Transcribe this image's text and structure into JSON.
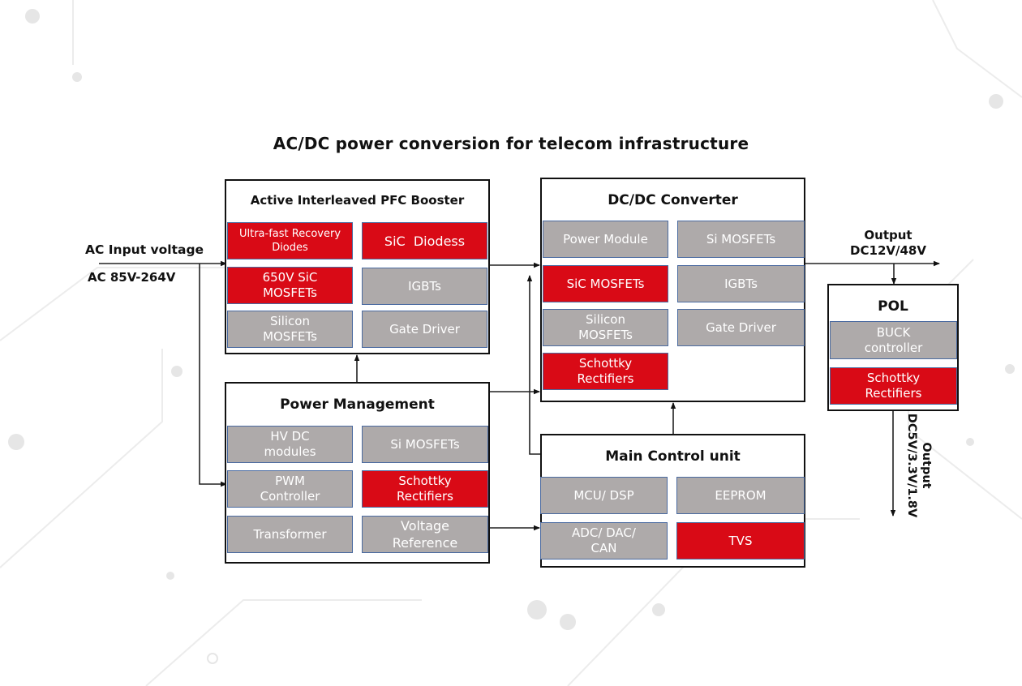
{
  "title": "AC/DC power conversion for telecom infrastructure",
  "colors": {
    "red": "#d90a16",
    "gray": "#aeaaaa",
    "border": "#111111",
    "cell_border": "#4a6aa0"
  },
  "input": {
    "label": "AC Input voltage",
    "range": "AC 85V-264V"
  },
  "output_main": {
    "line1": "Output",
    "line2": "DC12V/48V"
  },
  "output_pol": "Output DC5V/3.3V/1.8V",
  "blocks": {
    "pfc": {
      "title": "Active Interleaved PFC Booster",
      "cells": [
        {
          "label": "Ultra-fast Recovery Diodes",
          "type": "red"
        },
        {
          "label": "SiC  Diodess",
          "type": "red"
        },
        {
          "label": "650V SiC MOSFETs",
          "type": "red"
        },
        {
          "label": "IGBTs",
          "type": "gray"
        },
        {
          "label": "Silicon MOSFETs",
          "type": "gray"
        },
        {
          "label": "Gate Driver",
          "type": "gray"
        }
      ]
    },
    "dcdc": {
      "title": "DC/DC Converter",
      "cells": [
        {
          "label": "Power Module",
          "type": "gray"
        },
        {
          "label": "Si MOSFETs",
          "type": "gray"
        },
        {
          "label": "SiC MOSFETs",
          "type": "red"
        },
        {
          "label": "IGBTs",
          "type": "gray"
        },
        {
          "label": "Silicon MOSFETs",
          "type": "gray"
        },
        {
          "label": "Gate Driver",
          "type": "gray"
        },
        {
          "label": "Schottky Rectifiers",
          "type": "red"
        }
      ]
    },
    "pol": {
      "title": "POL",
      "cells": [
        {
          "label": "BUCK controller",
          "type": "gray"
        },
        {
          "label": "Schottky Rectifiers",
          "type": "red"
        }
      ]
    },
    "pm": {
      "title": "Power Management",
      "cells": [
        {
          "label": "HV DC modules",
          "type": "gray"
        },
        {
          "label": "Si MOSFETs",
          "type": "gray"
        },
        {
          "label": "PWM Controller",
          "type": "gray"
        },
        {
          "label": "Schottky Rectifiers",
          "type": "red"
        },
        {
          "label": "Transformer",
          "type": "gray"
        },
        {
          "label": "Voltage Reference",
          "type": "gray"
        }
      ]
    },
    "mcu": {
      "title": "Main Control unit",
      "cells": [
        {
          "label": "MCU/ DSP",
          "type": "gray"
        },
        {
          "label": "EEPROM",
          "type": "gray"
        },
        {
          "label": "ADC/ DAC/ CAN",
          "type": "gray"
        },
        {
          "label": "TVS",
          "type": "red"
        }
      ]
    }
  }
}
